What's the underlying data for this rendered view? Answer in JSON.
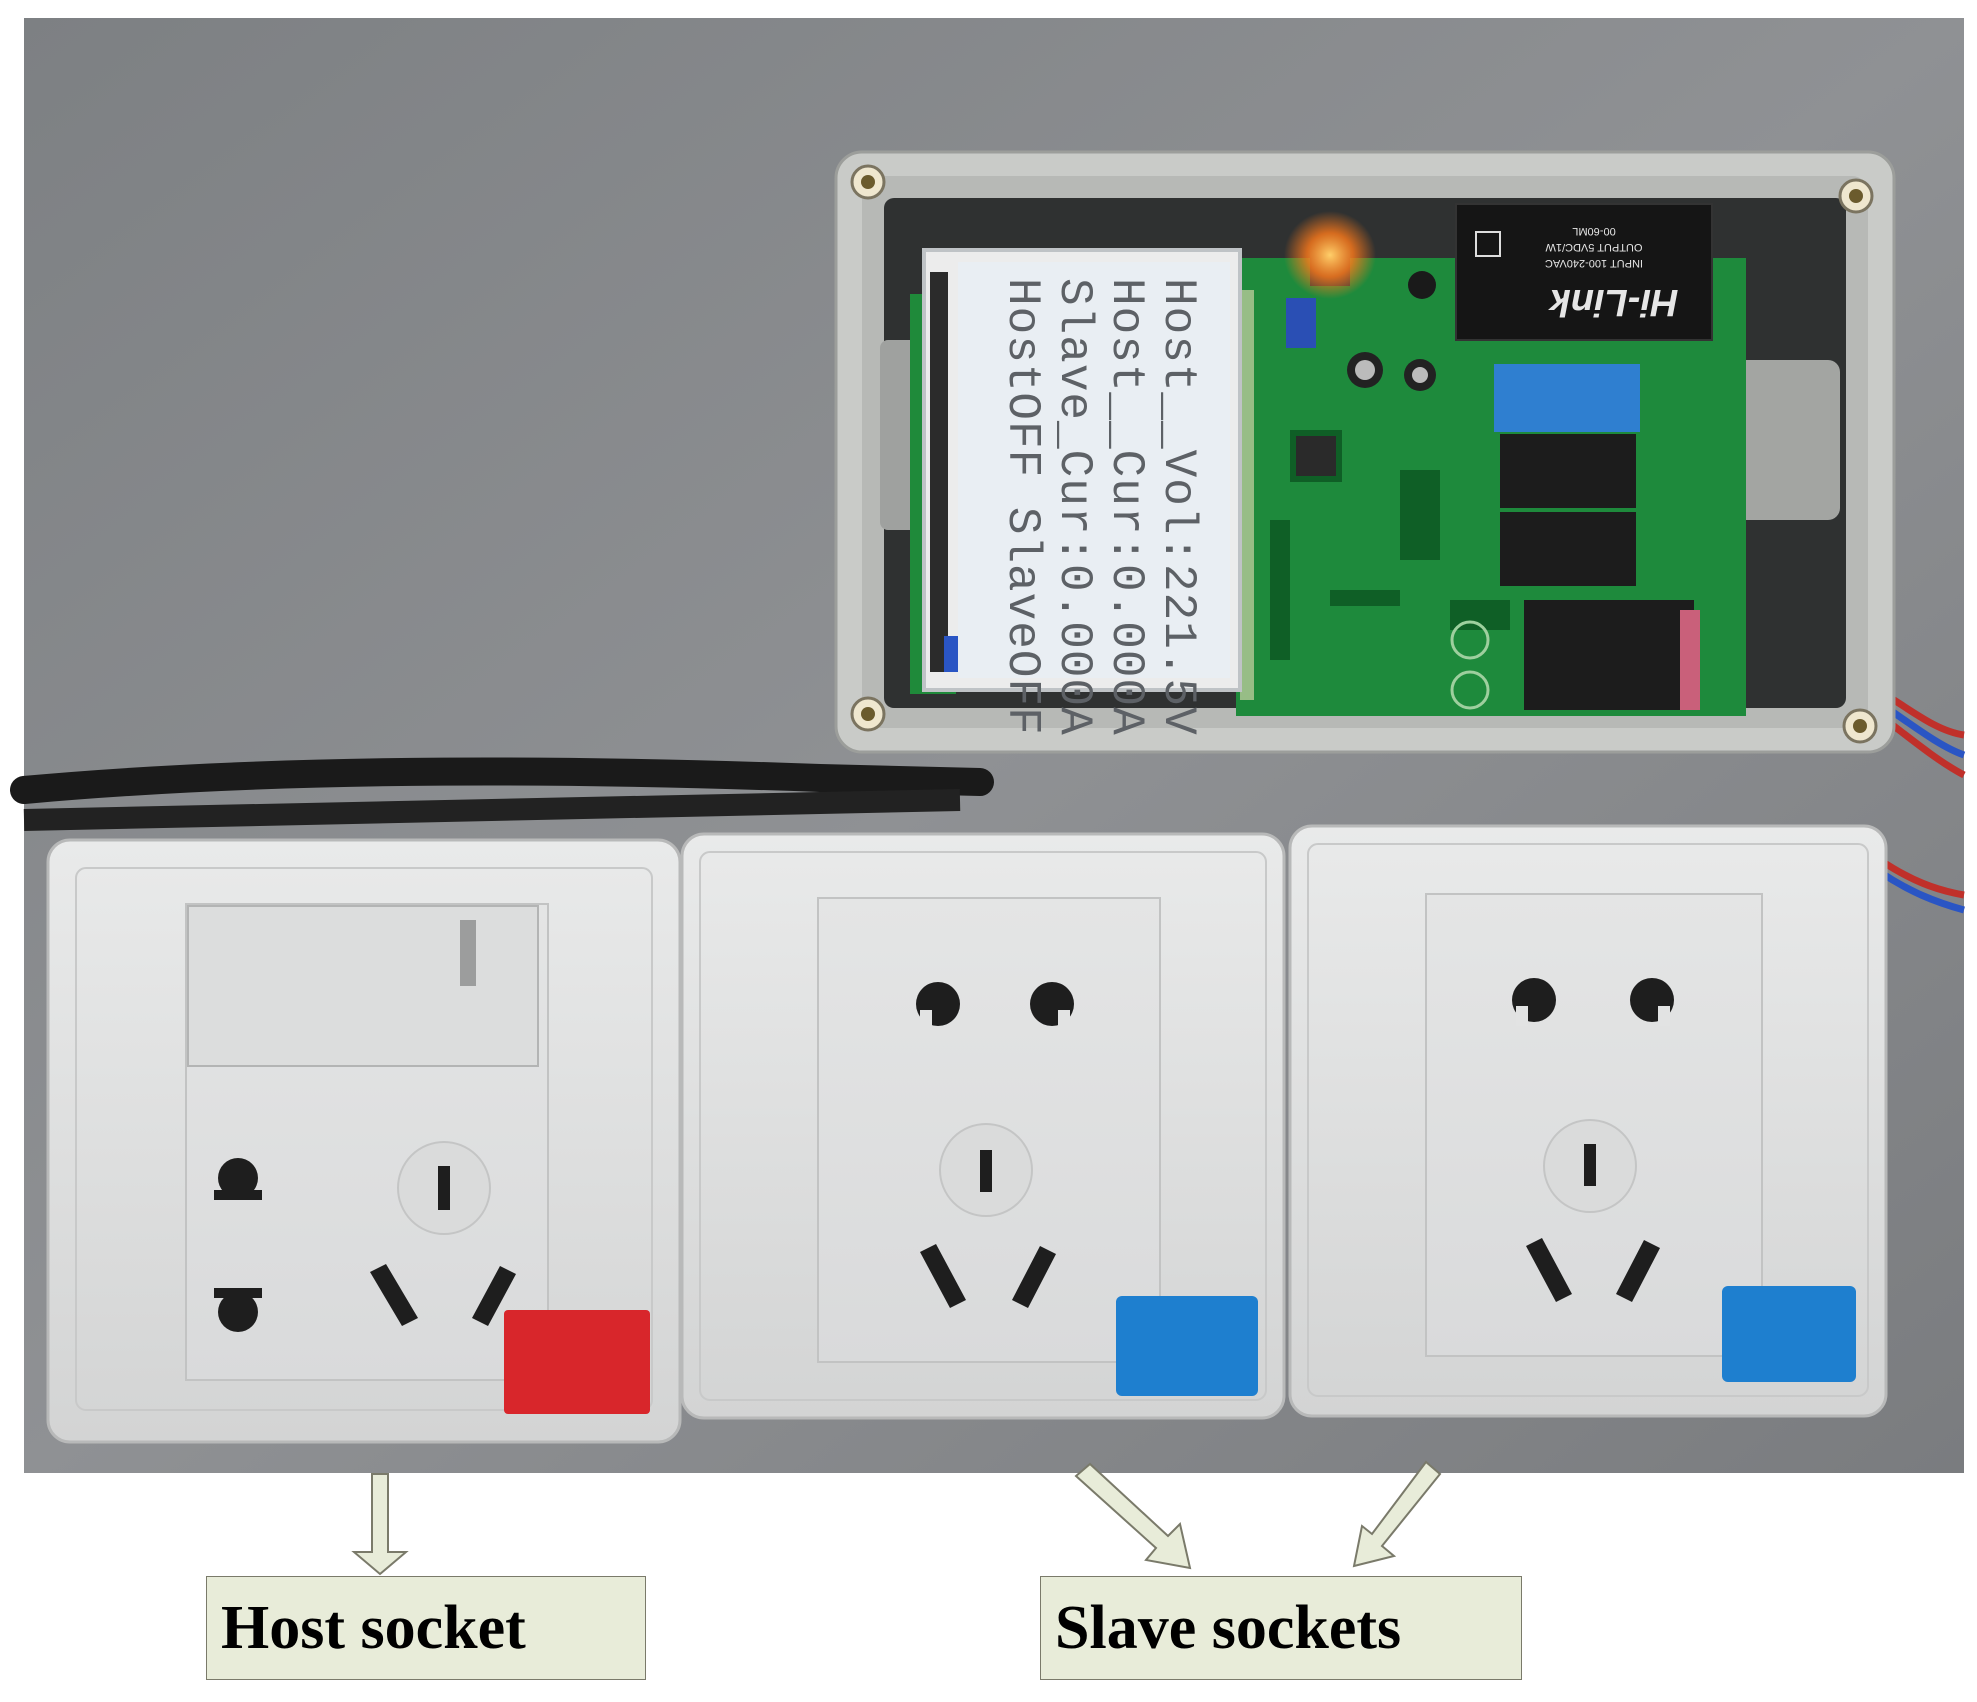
{
  "lcd": {
    "line1": "Host__Vol:221.5V",
    "line2": "Host__Cur:0.000A",
    "line3": "Slave_Cur:0.000A",
    "line4": "HostOFF SlaveOFF"
  },
  "module": {
    "brand": "Hi-Link",
    "input": "INPUT 100-240VAC",
    "output": "OUTPUT 5VDC/1W",
    "model": "00-60ML"
  },
  "labels": {
    "host": "Host socket",
    "slave": "Slave sockets"
  },
  "colors": {
    "background": "#8a8c8e",
    "host_marker": "#d8262b",
    "slave_marker": "#1e7fcf",
    "pcb": "#1e8a3c",
    "lcd": "#e9eef3",
    "callout_bg": "#e8ecd9"
  }
}
